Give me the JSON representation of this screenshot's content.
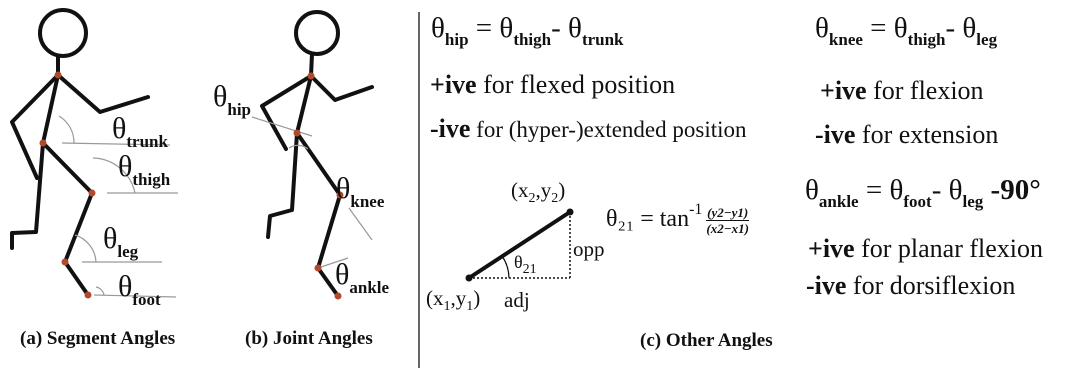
{
  "captions": {
    "a": "(a) Segment Angles",
    "b": "(b) Joint Angles",
    "c": "(c) Other Angles"
  },
  "labels": {
    "theta": "θ",
    "trunk": "trunk",
    "thigh": "thigh",
    "leg": "leg",
    "foot": "foot",
    "hip": "hip",
    "knee": "knee",
    "ankle": "ankle",
    "sub21": "21"
  },
  "equations": {
    "hip": {
      "lhs": "hip",
      "a": "thigh",
      "b": "trunk"
    },
    "knee": {
      "lhs": "knee",
      "a": "thigh",
      "b": "leg"
    },
    "ankle": {
      "lhs": "ankle",
      "a": "foot",
      "b": "leg",
      "tail": "-90°"
    },
    "tan": {
      "lhs": "θ₂₁ = tan",
      "sup": "-1",
      "num": "(y2−y1)",
      "den": "(x2−x1)"
    }
  },
  "notes": {
    "hip_pos": {
      "bold": "+ive",
      "rest": " for flexed position"
    },
    "hip_neg": {
      "bold": "-ive",
      "rest": " for (hyper-)extended position"
    },
    "knee_pos": {
      "bold": "+ive",
      "rest": " for flexion"
    },
    "knee_neg": {
      "bold": "-ive",
      "rest": " for extension"
    },
    "ankle_pos": {
      "bold": "+ive",
      "rest": " for planar flexion"
    },
    "ankle_neg": {
      "bold": "-ive",
      "rest": " for dorsiflexion"
    }
  },
  "triangle": {
    "p2": "(x",
    "p2_sub": "2",
    "p2_mid": ",y",
    "p2_sub2": "2",
    "p2_end": ")",
    "p1": "(x",
    "p1_sub": "1",
    "p1_mid": ",y",
    "p1_sub2": "1",
    "p1_end": ")",
    "opp": "opp",
    "adj": "adj",
    "angle": "θ",
    "angle_sub": "21"
  },
  "colors": {
    "joint": "#b04a2a",
    "line": "#111111",
    "guide": "#999999"
  }
}
